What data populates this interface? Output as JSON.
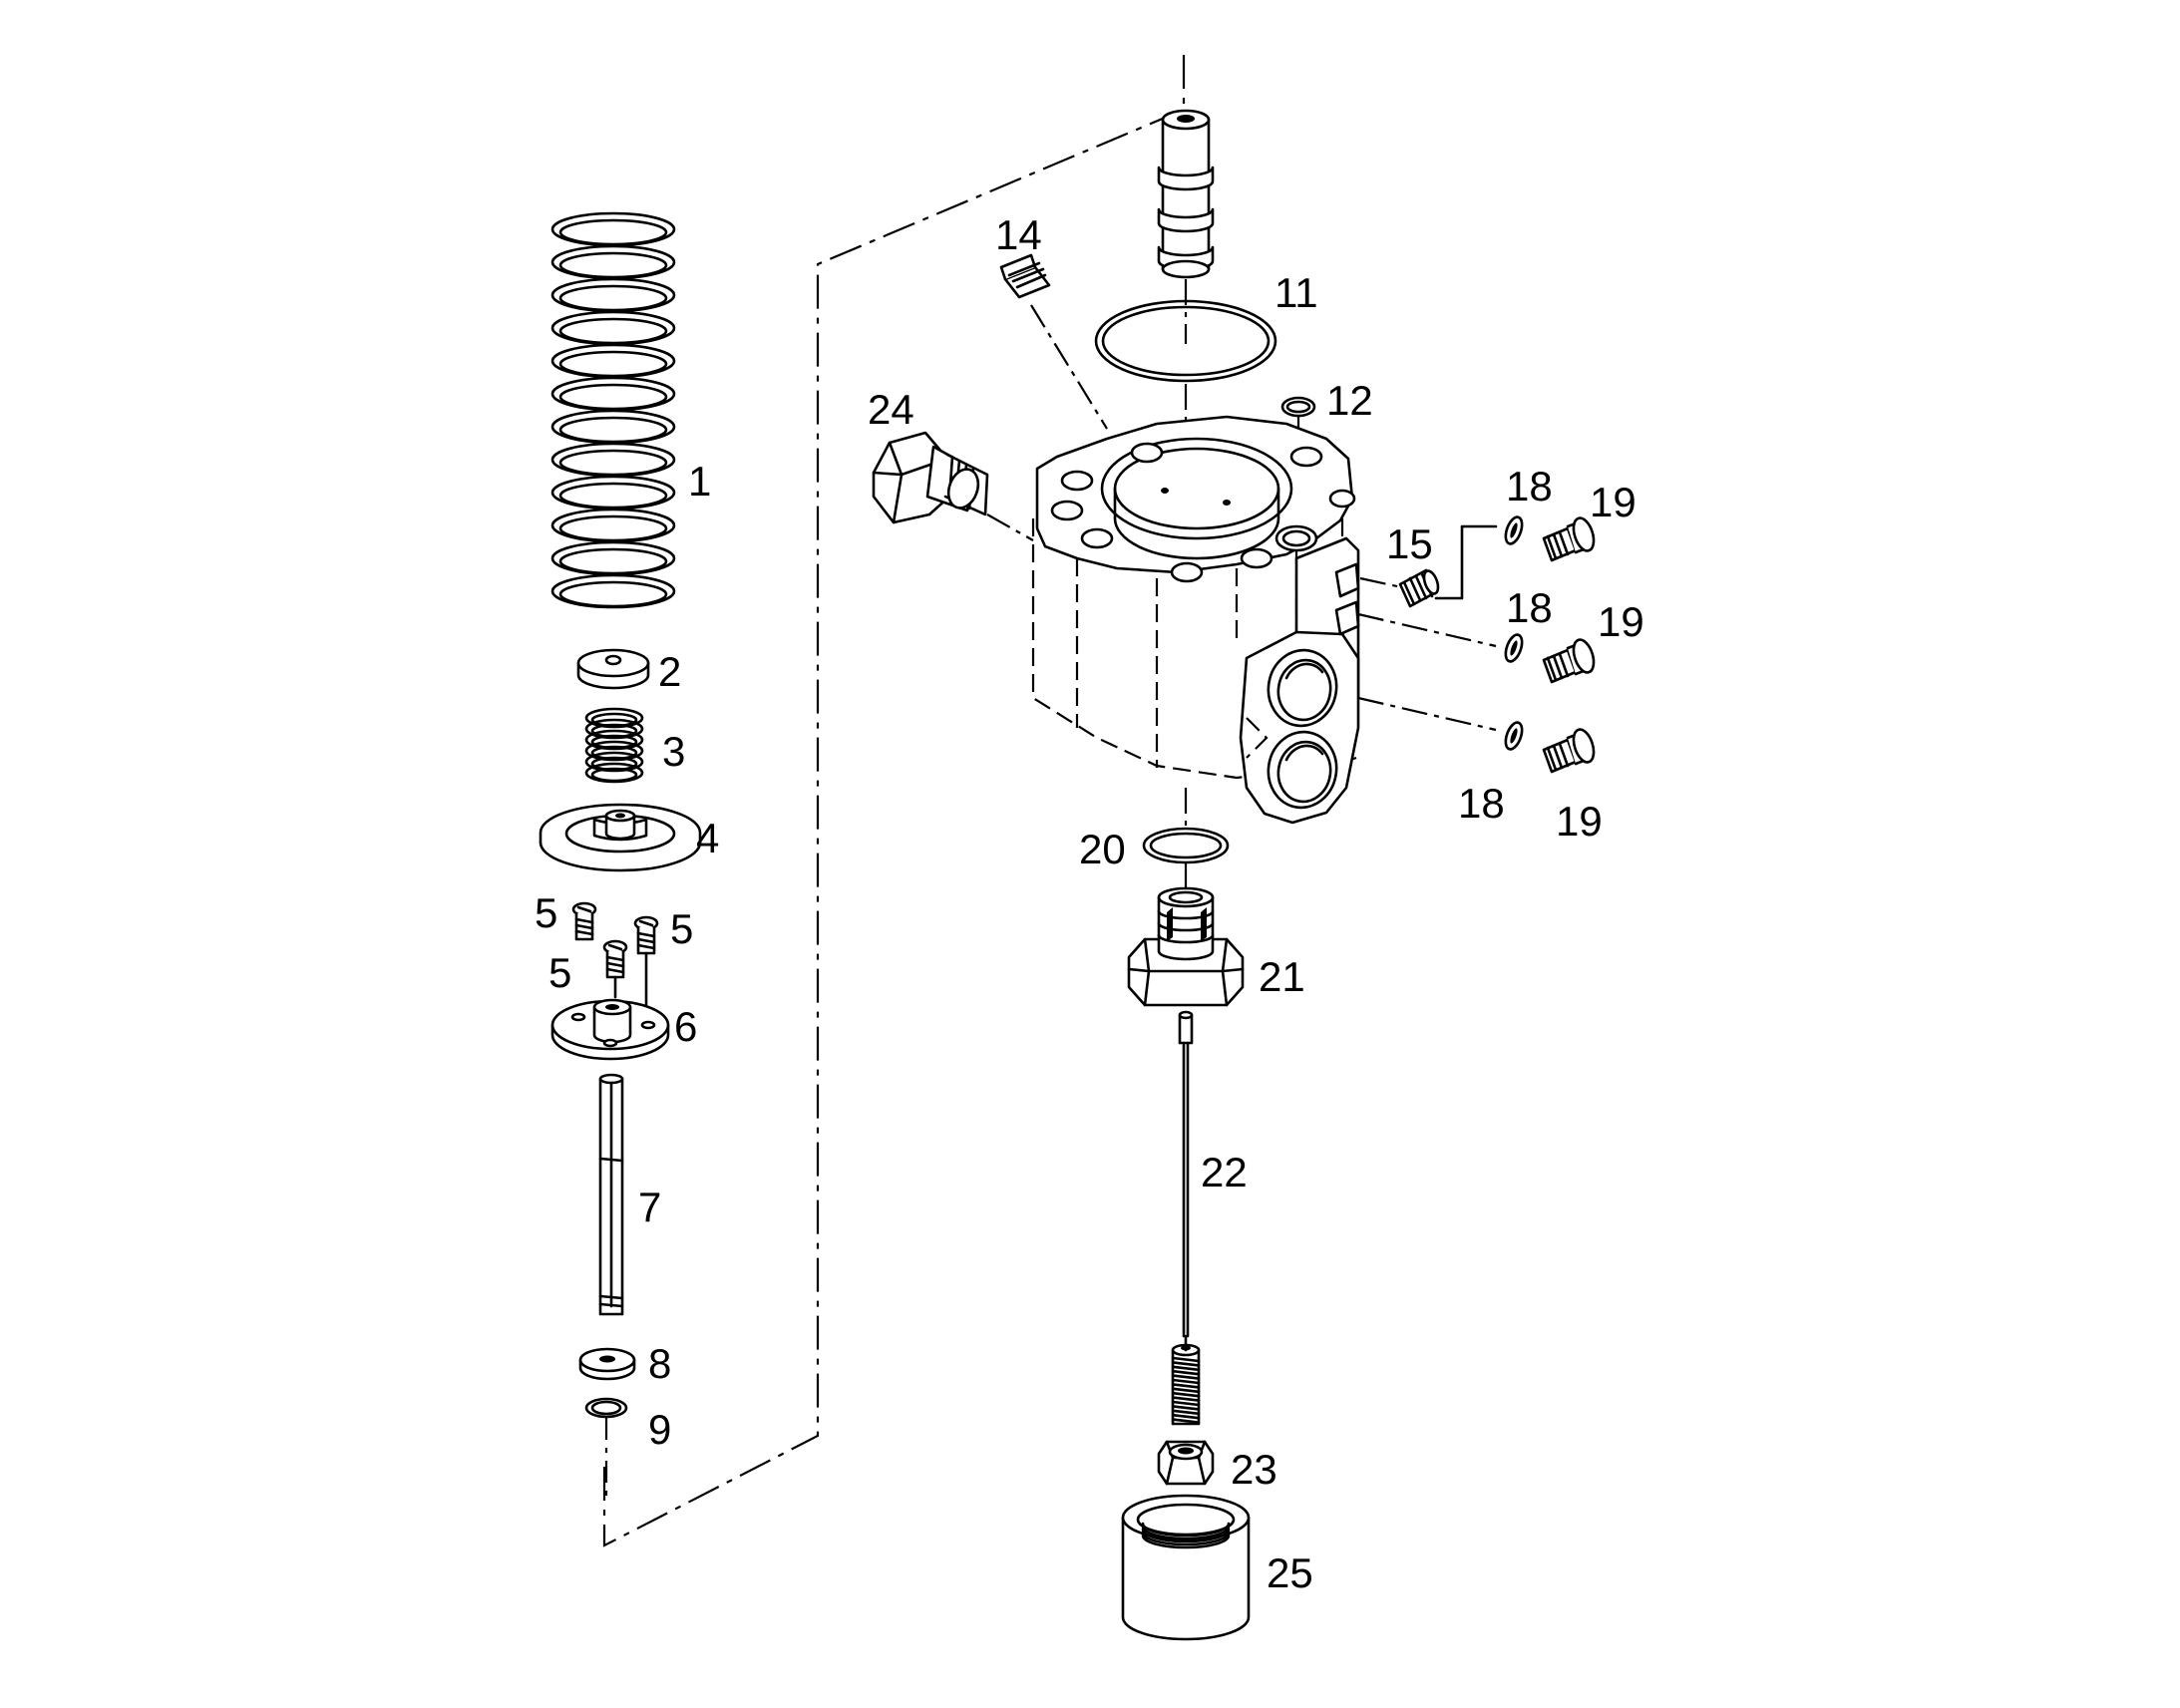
{
  "labels": {
    "p1": "1",
    "p2": "2",
    "p3": "3",
    "p4": "4",
    "p5a": "5",
    "p5b": "5",
    "p5c": "5",
    "p6": "6",
    "p7": "7",
    "p8": "8",
    "p9": "9",
    "p11": "11",
    "p12": "12",
    "p14": "14",
    "p15": "15",
    "p18a": "18",
    "p18b": "18",
    "p18c": "18",
    "p19a": "19",
    "p19b": "19",
    "p19c": "19",
    "p20": "20",
    "p21": "21",
    "p22": "22",
    "p23": "23",
    "p24": "24",
    "p25": "25"
  }
}
